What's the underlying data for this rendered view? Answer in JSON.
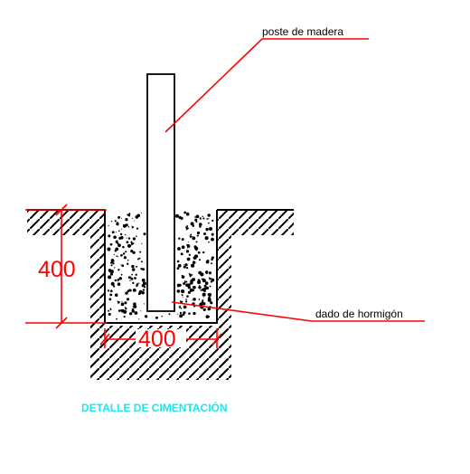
{
  "labels": {
    "post": "poste de madera",
    "footing": "dado de hormigón",
    "title": "DETALLE DE CIMENTACIÓN"
  },
  "dimensions": {
    "height": "400",
    "width": "400"
  },
  "colors": {
    "line": "#000000",
    "leader": "#ff0000",
    "dimension": "#ff0000",
    "title": "#1ee6f0"
  }
}
